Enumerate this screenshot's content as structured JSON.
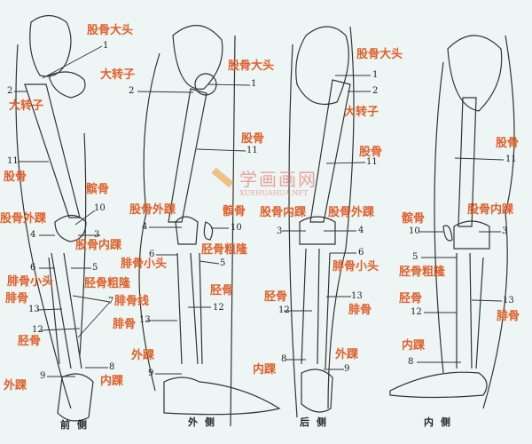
{
  "views": [
    {
      "caption": "前侧",
      "labels": [
        "股骨大头",
        "大转子",
        "股骨",
        "髌骨",
        "股骨外踝",
        "股骨内踝",
        "腓骨小头",
        "胫骨粗隆",
        "腓骨",
        "腓骨线",
        "胫骨",
        "外踝",
        "内踝"
      ],
      "numbers": [
        "1",
        "2",
        "11",
        "10",
        "4",
        "3",
        "6",
        "5",
        "13",
        "7",
        "12",
        "8",
        "9"
      ]
    },
    {
      "caption": "外侧",
      "labels": [
        "大转子",
        "股骨大头",
        "股骨",
        "股骨外踝",
        "髌骨",
        "胫骨粗隆",
        "腓骨小头",
        "胫骨",
        "腓骨",
        "外踝"
      ],
      "numbers": [
        "2",
        "1",
        "11",
        "4",
        "10",
        "6",
        "5",
        "12",
        "13",
        "9"
      ]
    },
    {
      "caption": "后侧",
      "labels": [
        "股骨大头",
        "大转子",
        "股骨",
        "股骨内踝",
        "股骨外踝",
        "腓骨小头",
        "胫骨",
        "腓骨",
        "外踝",
        "内踝"
      ],
      "numbers": [
        "1",
        "2",
        "11",
        "3",
        "4",
        "6",
        "13",
        "12",
        "8",
        "9"
      ]
    },
    {
      "caption": "内侧",
      "labels": [
        "股骨",
        "髌骨",
        "股骨内踝",
        "胫骨粗隆",
        "胫骨",
        "腓骨",
        "内踝"
      ],
      "numbers": [
        "11",
        "10",
        "3",
        "5",
        "13",
        "12",
        "8"
      ]
    }
  ],
  "watermark": {
    "text": "学画画网",
    "sub": "XUEHUAHUA.NET"
  },
  "colors": {
    "label": "#e0602a",
    "ink": "#222222",
    "background": "#eef5f5"
  }
}
